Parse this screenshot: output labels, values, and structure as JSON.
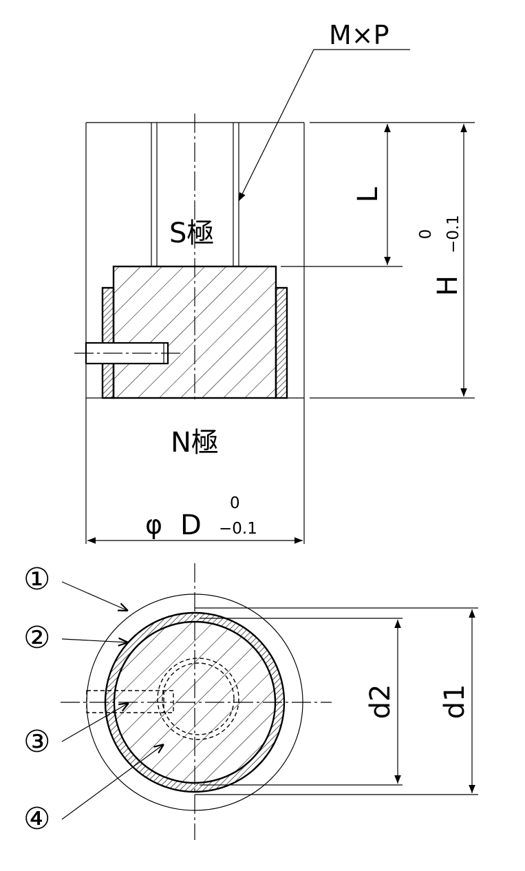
{
  "labels": {
    "thread": "M×P",
    "south_pole": "S極",
    "north_pole": "N極",
    "length": "L",
    "height": "H",
    "height_tol_upper": "0",
    "height_tol_lower": "−0.1",
    "diameter_symbol": "φ",
    "diameter": "D",
    "diameter_tol_upper": "0",
    "diameter_tol_lower": "−0.1",
    "d1": "d1",
    "d2": "d2"
  },
  "callouts": [
    "①",
    "②",
    "③",
    "④"
  ]
}
